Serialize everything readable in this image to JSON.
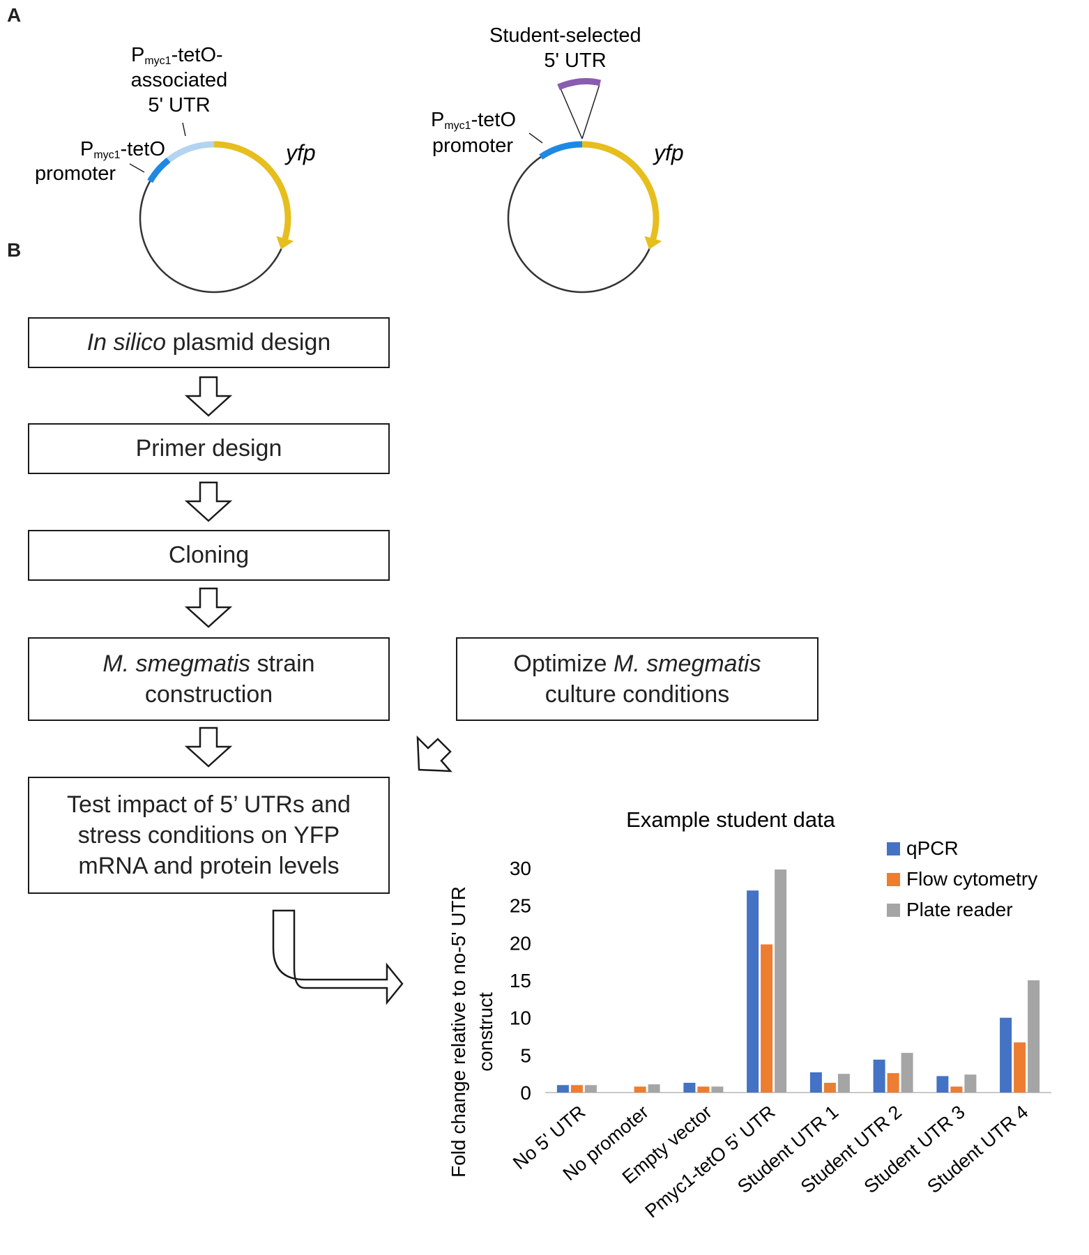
{
  "panels": {
    "a": "A",
    "b": "B"
  },
  "plasmid1": {
    "promoter_label_p": "P",
    "promoter_label_sub": "myc1",
    "promoter_label_rest": "-tetO",
    "promoter_label_line2": "promoter",
    "utr_label_line1_p": "P",
    "utr_label_line1_sub": "myc1",
    "utr_label_line1_rest": "-tetO-",
    "utr_label_line2": "associated",
    "utr_label_line3": "5' UTR",
    "gene_label": "yfp"
  },
  "plasmid2": {
    "insert_label_line1": "Student-selected",
    "insert_label_line2": "5' UTR",
    "promoter_label_p": "P",
    "promoter_label_sub": "myc1",
    "promoter_label_rest": "-tetO",
    "promoter_label_line2": "promoter",
    "gene_label": "yfp"
  },
  "colors": {
    "promoter": "#1e88e5",
    "utr": "#b3d4f0",
    "yfp": "#e6be1e",
    "insert": "#8a5cb0",
    "qpcr": "#4472c4",
    "flow": "#ed7d31",
    "plate": "#a5a5a5"
  },
  "flow": {
    "step1_italic": "In silico",
    "step1_rest": " plasmid design",
    "step2": "Primer design",
    "step3": "Cloning",
    "step4_italic": "M. smegmatis",
    "step4_rest": " strain",
    "step4_line2": "construction",
    "side_line1_pre": "Optimize ",
    "side_line1_italic": "M. smegmatis",
    "side_line2": "culture conditions",
    "step5_line1": "Test impact of 5’ UTRs and",
    "step5_line2": "stress conditions on YFP",
    "step5_line3": "mRNA and protein levels"
  },
  "chart_data": {
    "type": "bar",
    "title": "Example student data",
    "ylabel_line1": "Fold change relative to no-5' UTR",
    "ylabel_line2": "construct",
    "xlabel": "",
    "ylim": [
      0,
      30
    ],
    "yticks": [
      0,
      5,
      10,
      15,
      20,
      25,
      30
    ],
    "grid": false,
    "legend_position": "top-right",
    "categories": [
      "No 5' UTR",
      "No promoter",
      "Empty vector",
      "Pmyc1-tetO 5' UTR",
      "Student UTR 1",
      "Student UTR 2",
      "Student UTR 3",
      "Student UTR 4"
    ],
    "series": [
      {
        "name": "qPCR",
        "color": "#4472c4",
        "values": [
          1.0,
          0.0,
          1.3,
          27.0,
          2.7,
          4.4,
          2.2,
          10.0
        ]
      },
      {
        "name": "Flow cytometry",
        "color": "#ed7d31",
        "values": [
          1.0,
          0.8,
          0.8,
          19.8,
          1.3,
          2.6,
          0.8,
          6.7
        ]
      },
      {
        "name": "Plate reader",
        "color": "#a5a5a5",
        "values": [
          1.0,
          1.1,
          0.8,
          29.8,
          2.5,
          5.3,
          2.4,
          15.0
        ]
      }
    ]
  }
}
